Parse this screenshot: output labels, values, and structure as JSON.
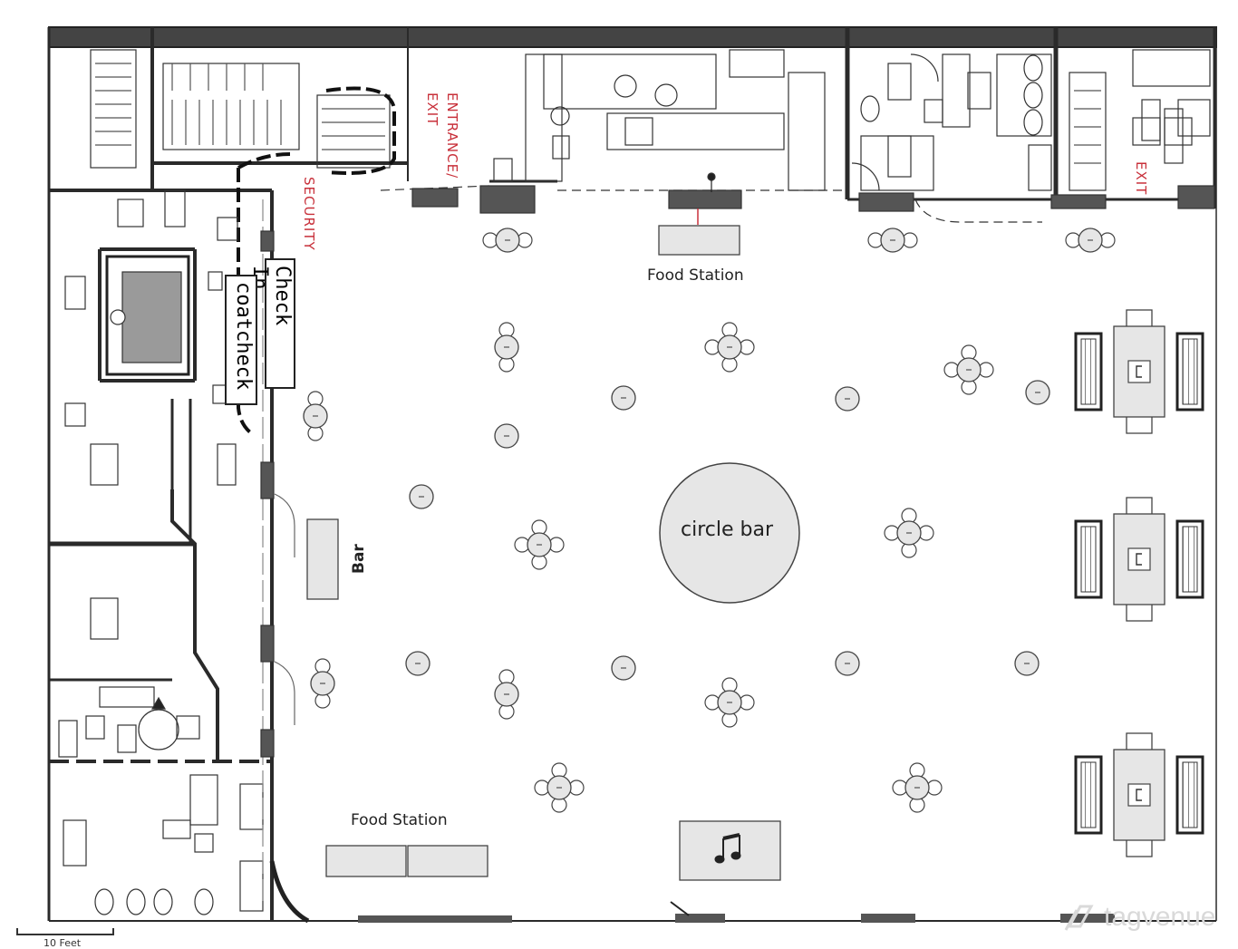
{
  "labels": {
    "food_station_top": "Food Station",
    "food_station_bottom": "Food Station",
    "circle_bar": "circle bar",
    "bar": "Bar",
    "check_in": "Check In",
    "coat_check": "coatcheck",
    "security": "SECURITY",
    "entrance_exit": "ENTRANCE/\nEXIT",
    "exit_right": "EXIT",
    "scale": "10 Feet",
    "watermark": "tagvenue"
  },
  "icons": {
    "dj": "music-note-icon"
  },
  "colors": {
    "wall": "#2a2a2a",
    "furniture_fill": "#e6e6e6",
    "red_label": "#c8303a",
    "watermark": "#d9d9d9"
  }
}
